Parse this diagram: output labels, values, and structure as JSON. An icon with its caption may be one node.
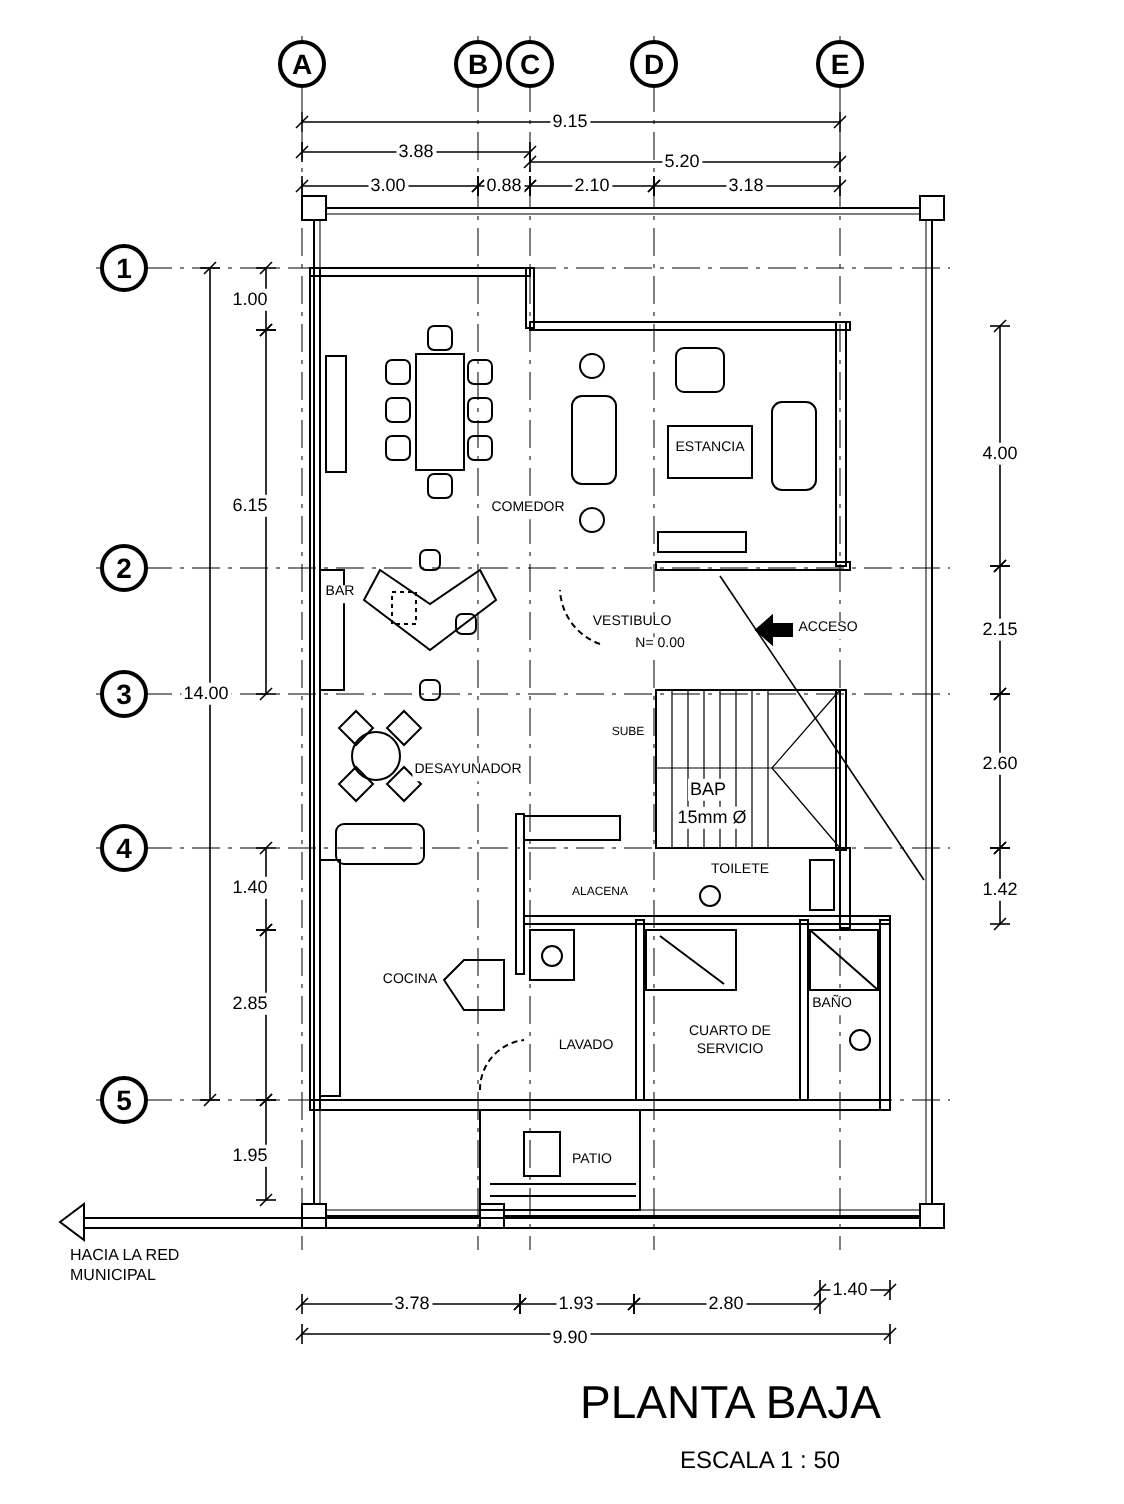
{
  "diagram": {
    "title": "PLANTA BAJA",
    "caption": "ESCALA 1 : 50",
    "nodes": [
      {
        "text": [
          "A"
        ]
      },
      {
        "text": [
          "B"
        ]
      },
      {
        "text": [
          "C"
        ]
      },
      {
        "text": [
          "D"
        ]
      },
      {
        "text": [
          "E"
        ]
      },
      {
        "text": [
          "1"
        ]
      },
      {
        "text": [
          "2"
        ]
      },
      {
        "text": [
          "3"
        ]
      },
      {
        "text": [
          "4"
        ]
      },
      {
        "text": [
          "5"
        ]
      }
    ],
    "labels": [
      "9.15",
      "3.88",
      "5.20",
      "3.00",
      "0.88",
      "2.10",
      "3.18",
      "1.00",
      "COMEDOR",
      "ESTANCIA",
      "4.00",
      "6.15",
      "BAR",
      "VESTIBULO",
      "N= 0.00",
      "ACCESO",
      "2.15",
      "14.00",
      "SUBE",
      "DESAYUNADOR",
      "2.60",
      "BAP",
      "15mm Ø",
      "1.40",
      "ALACENA",
      "TOILETE",
      "1.42",
      "COCINA",
      "BAÑO",
      "LAVADO",
      "CUARTO DE SERVICIO",
      "2.85",
      "1.95",
      "PATIO",
      "HACIA LA RED MUNICIPAL",
      "3.78",
      "1.93",
      "2.80",
      "1.40",
      "9.90"
    ]
  }
}
